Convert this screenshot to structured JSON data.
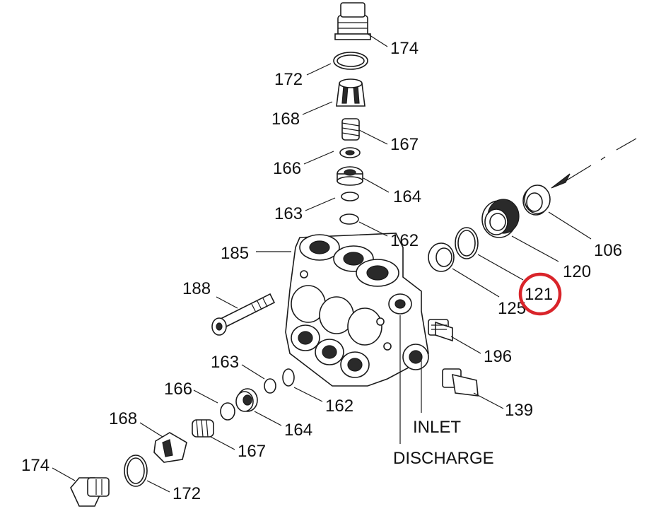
{
  "labels": {
    "l174a": "174",
    "l172a": "172",
    "l168a": "168",
    "l167a": "167",
    "l166a": "166",
    "l164a": "164",
    "l163a": "163",
    "l162a": "162",
    "l185": "185",
    "l188": "188",
    "l106": "106",
    "l120": "120",
    "l121": "121",
    "l125": "125",
    "l196": "196",
    "l139": "139",
    "l163b": "163",
    "l162b": "162",
    "l166b": "166",
    "l164b": "164",
    "l168b": "168",
    "l167b": "167",
    "l174b": "174",
    "l172b": "172",
    "inlet": "INLET",
    "discharge": "DISCHARGE"
  },
  "highlight": {
    "part": "121",
    "color": "#d9242a"
  }
}
